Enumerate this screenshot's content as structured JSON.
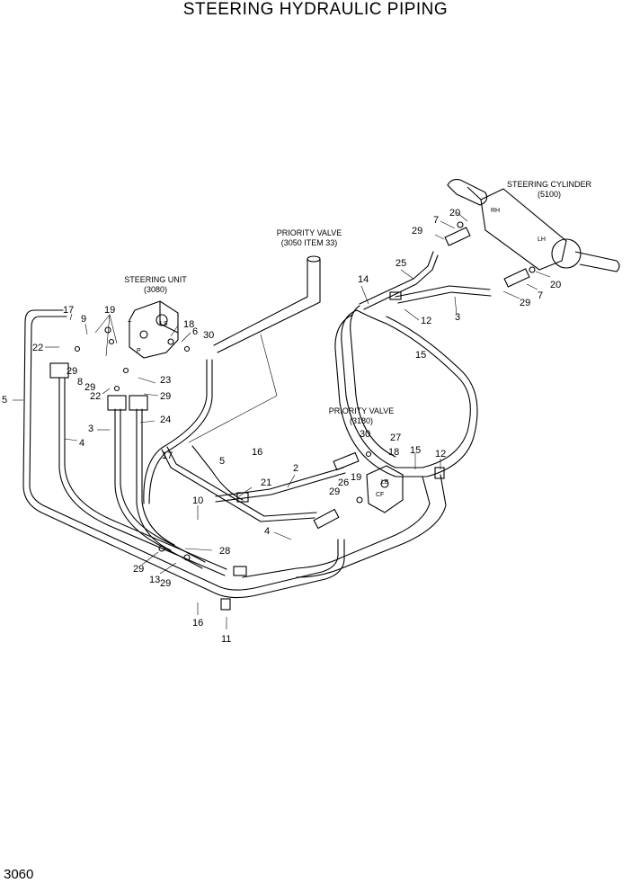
{
  "title": "STEERING HYDRAULIC PIPING",
  "page_number": "3060",
  "labels": {
    "steering_unit_name": "STEERING UNIT",
    "steering_unit_ref": "(3080)",
    "priority_valve_top_name": "PRIORITY VALVE",
    "priority_valve_top_ref": "(3050 ITEM 33)",
    "priority_valve_mid_name": "PRIORITY VALVE",
    "priority_valve_mid_ref": "(3180)",
    "steering_cylinder_name": "STEERING CYLINDER",
    "steering_cylinder_ref": "(5100)",
    "port_rh": "RH",
    "port_lh": "LH",
    "port_ls": "LS",
    "port_cf": "CF",
    "port_lb": "LB",
    "port_t": "T",
    "port_p": "P"
  },
  "callouts": [
    "17",
    "9",
    "19",
    "22",
    "18",
    "6",
    "30",
    "29",
    "8",
    "29",
    "23",
    "22",
    "29",
    "3",
    "24",
    "4",
    "5",
    "17",
    "5",
    "16",
    "21",
    "10",
    "28",
    "29",
    "13",
    "29",
    "16",
    "11",
    "2",
    "4",
    "30",
    "27",
    "15",
    "12",
    "18",
    "19",
    "26",
    "29",
    "20",
    "7",
    "29",
    "25",
    "14",
    "12",
    "3",
    "15",
    "20",
    "7",
    "29"
  ]
}
